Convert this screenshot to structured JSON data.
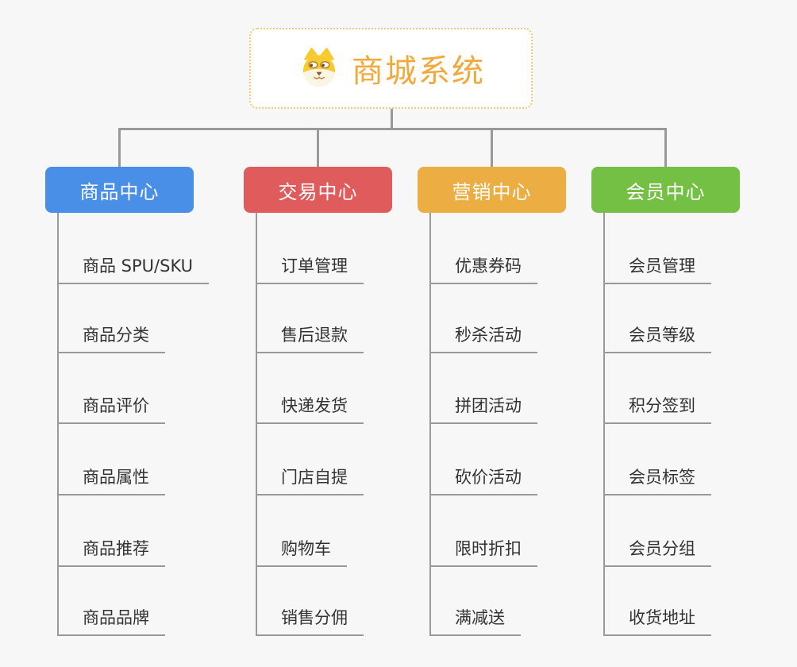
{
  "page": {
    "background": "#f7f7f7",
    "connector_color": "#999999",
    "leaf_text_color": "#333333"
  },
  "root": {
    "title": "商城系统",
    "title_color": "#f2a93c",
    "border_color": "#f5c878",
    "icon": "dog-face-icon"
  },
  "branches": [
    {
      "label": "商品中心",
      "color": "#4a8fe7",
      "items": [
        "商品 SPU/SKU",
        "商品分类",
        "商品评价",
        "商品属性",
        "商品推荐",
        "商品品牌"
      ]
    },
    {
      "label": "交易中心",
      "color": "#e05c5c",
      "items": [
        "订单管理",
        "售后退款",
        "快递发货",
        "门店自提",
        "购物车",
        "销售分佣"
      ]
    },
    {
      "label": "营销中心",
      "color": "#ecad43",
      "items": [
        "优惠券码",
        "秒杀活动",
        "拼团活动",
        "砍价活动",
        "限时折扣",
        "满减送"
      ]
    },
    {
      "label": "会员中心",
      "color": "#74c044",
      "items": [
        "会员管理",
        "会员等级",
        "积分签到",
        "会员标签",
        "会员分组",
        "收货地址"
      ]
    }
  ]
}
